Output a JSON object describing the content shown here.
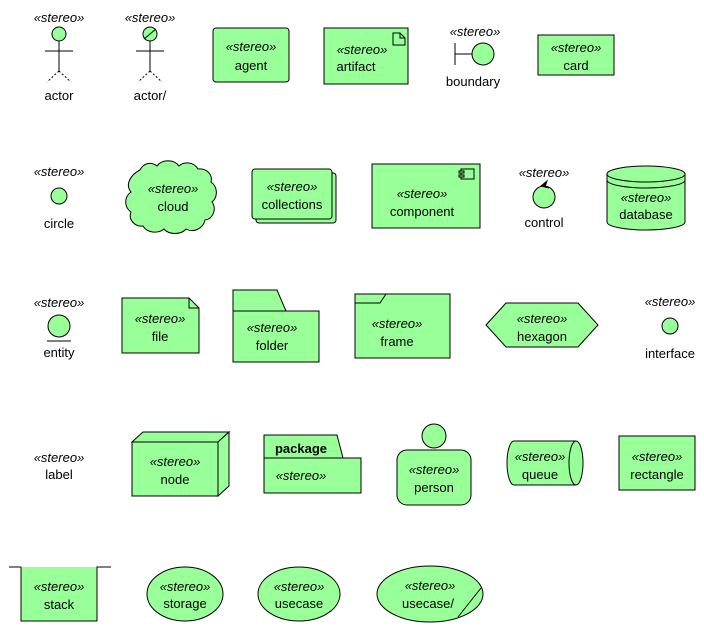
{
  "stereotype": "«stereo»",
  "style": {
    "fill": "#99ff99",
    "stroke": "#000000",
    "background": "#ffffff"
  },
  "elements": [
    {
      "kind": "actor",
      "label": "actor",
      "icon": "stick-figure-icon"
    },
    {
      "kind": "actor-business",
      "label": "actor/",
      "icon": "business-actor-icon"
    },
    {
      "kind": "agent",
      "label": "agent"
    },
    {
      "kind": "artifact",
      "label": "artifact",
      "icon": "folded-corner-icon"
    },
    {
      "kind": "boundary",
      "label": "boundary",
      "icon": "boundary-icon"
    },
    {
      "kind": "card",
      "label": "card"
    },
    {
      "kind": "circle",
      "label": "circle",
      "icon": "circle-icon"
    },
    {
      "kind": "cloud",
      "label": "cloud"
    },
    {
      "kind": "collections",
      "label": "collections"
    },
    {
      "kind": "component",
      "label": "component",
      "icon": "component-icon"
    },
    {
      "kind": "control",
      "label": "control",
      "icon": "control-icon"
    },
    {
      "kind": "database",
      "label": "database"
    },
    {
      "kind": "entity",
      "label": "entity",
      "icon": "entity-icon"
    },
    {
      "kind": "file",
      "label": "file"
    },
    {
      "kind": "folder",
      "label": "folder"
    },
    {
      "kind": "frame",
      "label": "frame"
    },
    {
      "kind": "hexagon",
      "label": "hexagon"
    },
    {
      "kind": "interface",
      "label": "interface",
      "icon": "interface-icon"
    },
    {
      "kind": "label",
      "label": "label"
    },
    {
      "kind": "node",
      "label": "node"
    },
    {
      "kind": "package",
      "label": "package"
    },
    {
      "kind": "person",
      "label": "person"
    },
    {
      "kind": "queue",
      "label": "queue"
    },
    {
      "kind": "rectangle",
      "label": "rectangle"
    },
    {
      "kind": "stack",
      "label": "stack"
    },
    {
      "kind": "storage",
      "label": "storage"
    },
    {
      "kind": "usecase",
      "label": "usecase"
    },
    {
      "kind": "usecase-business",
      "label": "usecase/"
    }
  ]
}
